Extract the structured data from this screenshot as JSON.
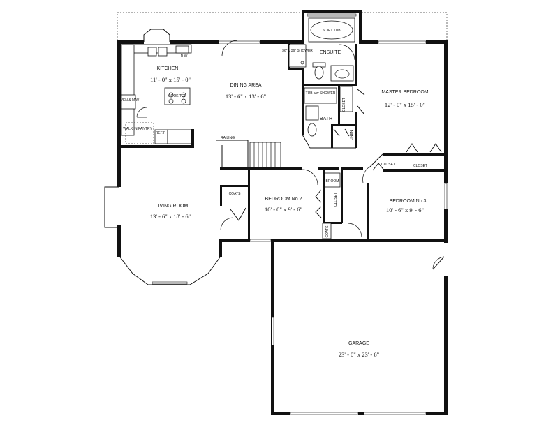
{
  "rooms": {
    "kitchen": {
      "name": "KITCHEN",
      "dims": "11' - 0\" x 15' - 0\""
    },
    "dining": {
      "name": "DINING AREA",
      "dims": "13' - 6\" x 13' - 6\""
    },
    "living": {
      "name": "LIVING ROOM",
      "dims": "13' - 6\" x 18' - 6\""
    },
    "master": {
      "name": "MASTER BEDROOM",
      "dims": "12' - 0\" x 15' - 0\""
    },
    "bedroom2": {
      "name": "BEDROOM No.2",
      "dims": "10' - 0\" x 9' - 6\""
    },
    "bedroom3": {
      "name": "BEDROOM No.3",
      "dims": "10' - 6\" x 9' - 6\""
    },
    "garage": {
      "name": "GARAGE",
      "dims": "23' - 0\" x 23' - 6\""
    },
    "ensuite": {
      "name": "ENSUITE"
    },
    "bath": {
      "name": "BATH"
    }
  },
  "fixtures": {
    "jet_tub": "6' JET TUB",
    "shower": "36\" x 36\" SHOWER",
    "tub_shower": "TUB c/w SHOWER",
    "cook_top": "COOK TOP",
    "oven": "OVEN & M/W",
    "dw": "D.W.",
    "pantry": "WALK IN PANTRY",
    "refrig": "REF/F",
    "railing": "RAILING",
    "coats_1": "COATS",
    "coats_2": "COATS",
    "broom": "BROOM",
    "closet_master_a": "CLOSET",
    "closet_master_b": "CLOSET",
    "closet_master_c": "CLOSET",
    "closet_bed2": "CLOSET",
    "linen": "LINEN"
  }
}
